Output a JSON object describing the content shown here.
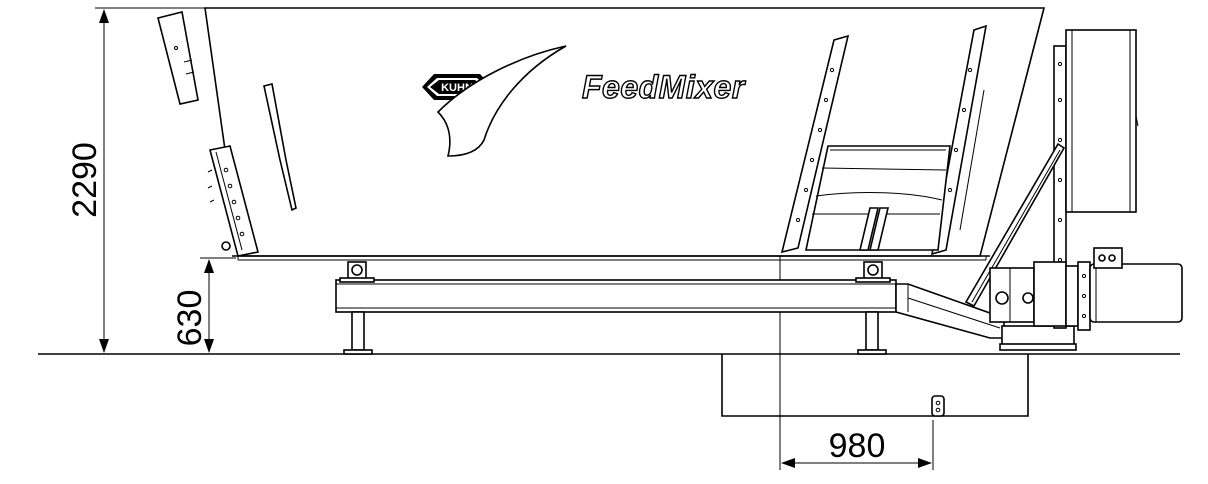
{
  "brand": {
    "logo_text": "KUHN",
    "product_name": "FeedMixer"
  },
  "dimensions": {
    "total_height": "2290",
    "frame_height": "630",
    "offset_width": "980"
  },
  "colors": {
    "line": "#000000",
    "background": "#ffffff"
  }
}
